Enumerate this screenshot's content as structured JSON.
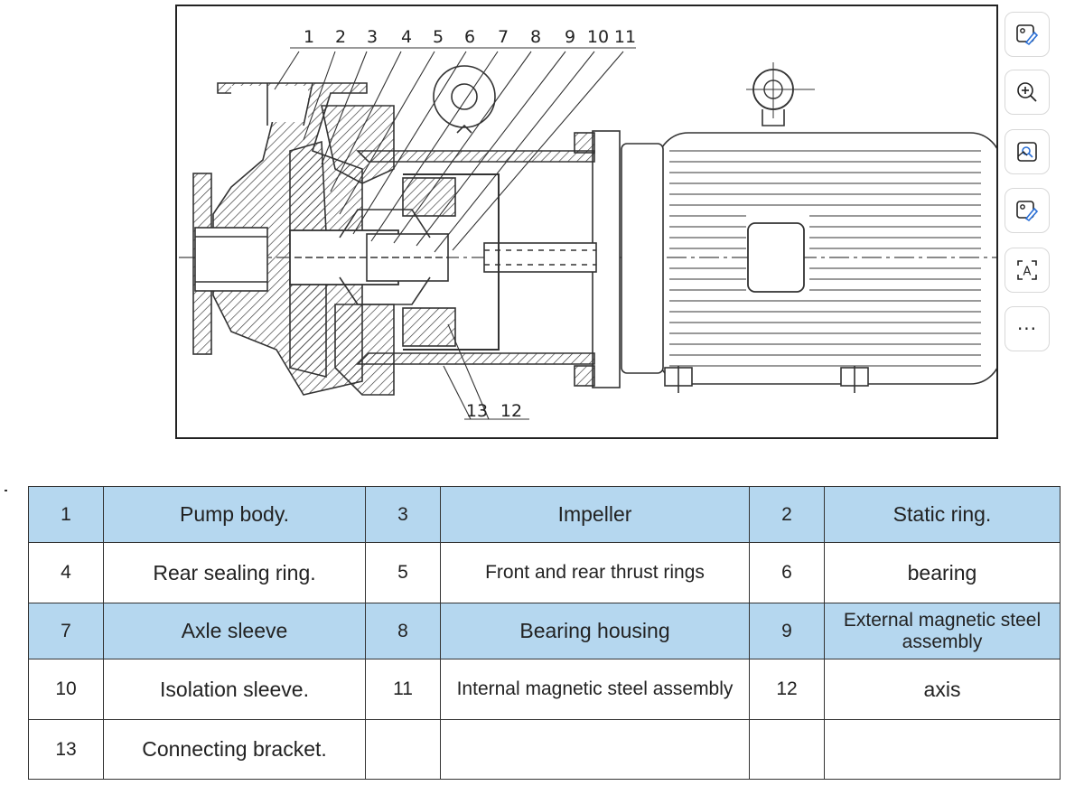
{
  "diagram": {
    "callouts_top": [
      "1",
      "2",
      "3",
      "4",
      "5",
      "6",
      "7",
      "8",
      "9",
      "10",
      "11"
    ],
    "callouts_bottom": [
      "13",
      "12"
    ]
  },
  "toolbar": {
    "buttons": [
      {
        "name": "edit-image-icon"
      },
      {
        "name": "zoom-in-icon"
      },
      {
        "name": "image-search-icon"
      },
      {
        "name": "edit-image-icon"
      },
      {
        "name": "text-recognition-icon",
        "label": "A"
      },
      {
        "name": "more-icon",
        "label": "···"
      }
    ]
  },
  "parts_table": {
    "rows": [
      [
        {
          "num": "1",
          "name": "Pump body."
        },
        {
          "num": "3",
          "name": "Impeller"
        },
        {
          "num": "2",
          "name": "Static ring."
        }
      ],
      [
        {
          "num": "4",
          "name": "Rear sealing ring."
        },
        {
          "num": "5",
          "name": "Front and rear thrust rings"
        },
        {
          "num": "6",
          "name": "bearing"
        }
      ],
      [
        {
          "num": "7",
          "name": "Axle sleeve"
        },
        {
          "num": "8",
          "name": "Bearing housing"
        },
        {
          "num": "9",
          "name": "External magnetic steel assembly"
        }
      ],
      [
        {
          "num": "10",
          "name": "Isolation sleeve."
        },
        {
          "num": "11",
          "name": "Internal magnetic steel assembly"
        },
        {
          "num": "12",
          "name": "axis"
        }
      ],
      [
        {
          "num": "13",
          "name": "Connecting bracket."
        },
        {
          "num": "",
          "name": ""
        },
        {
          "num": "",
          "name": ""
        }
      ]
    ]
  }
}
